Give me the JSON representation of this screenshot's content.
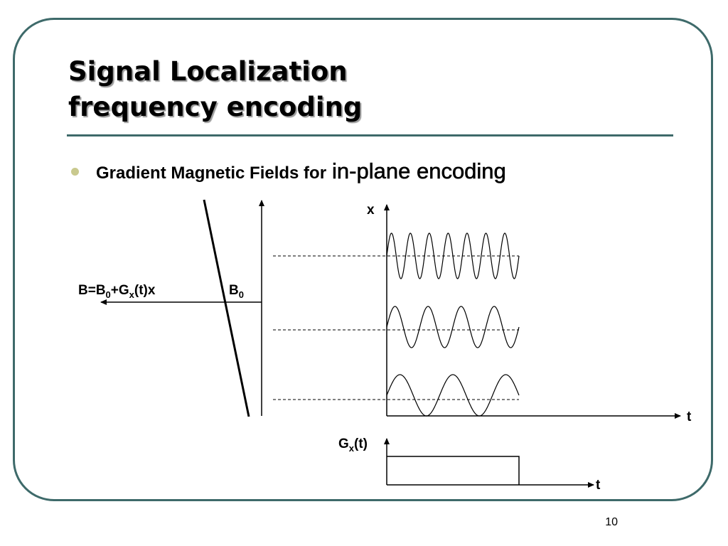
{
  "slide": {
    "title_line1": "Signal Localization",
    "title_line2": "frequency encoding",
    "bullet_text": "Gradient Magnetic Fields for",
    "bullet_emphasis": "in-plane encoding",
    "page_number": "10"
  },
  "diagram": {
    "field_label_prefix": "B=B",
    "field_label_sub0": "0",
    "field_label_mid": "+G",
    "field_label_subx": "x",
    "field_label_suffix": "(t)x",
    "b0_label": "B",
    "b0_sub": "0",
    "x_axis_label": "x",
    "t_axis_label": "t",
    "gx_label": "G",
    "gx_sub": "x",
    "gx_suffix": "(t)",
    "gx_t_label": "t",
    "wave_cycles": [
      7,
      4,
      2.5
    ],
    "colors": {
      "frame": "#3e6a6a",
      "bullet": "#c9c98e"
    }
  }
}
